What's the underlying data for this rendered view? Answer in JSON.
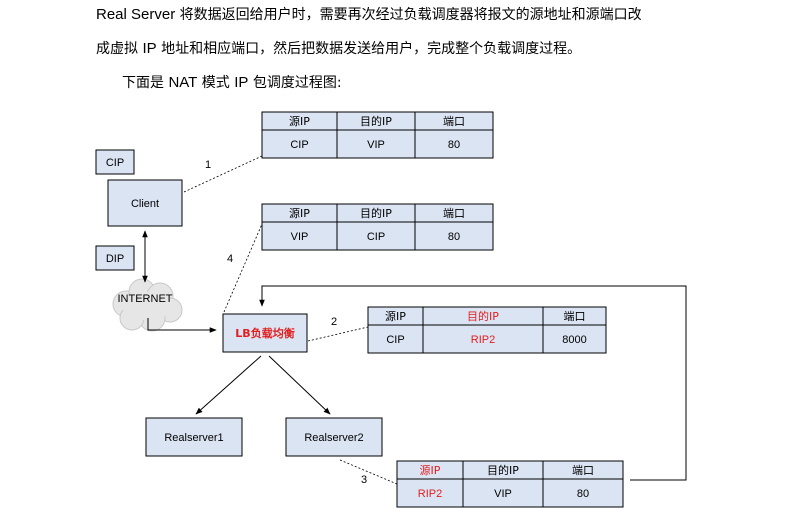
{
  "paragraphs": {
    "p1_en": "Real Server",
    "p1_rest": " 将数据返回给用户时，需要再次经过负载调度器将报文的源地址和源端口改",
    "p2_a": "成虚拟 ",
    "p2_ip": "IP",
    "p2_b": " 地址和相应端口，然后把数据发送给用户，完成整个负载调度过程。",
    "p3_a": "下面是 ",
    "p3_nat": "NAT",
    "p3_b": " 模式 ",
    "p3_ip": "IP",
    "p3_c": " 包调度过程图:"
  },
  "diagram": {
    "nodes": {
      "cip": "CIP",
      "client": "Client",
      "dip": "DIP",
      "internet": "INTERNET",
      "lb": "LB负载均衡",
      "rs1": "Realserver1",
      "rs2": "Realserver2"
    },
    "step_labels": [
      "1",
      "2",
      "3",
      "4"
    ],
    "tables": [
      {
        "id": "t1",
        "header": [
          "源IP",
          "目的IP",
          "端口"
        ],
        "row": [
          "CIP",
          "VIP",
          "80"
        ],
        "red_cols": []
      },
      {
        "id": "t4",
        "header": [
          "源IP",
          "目的IP",
          "端口"
        ],
        "row": [
          "VIP",
          "CIP",
          "80"
        ],
        "red_cols": []
      },
      {
        "id": "t2",
        "header": [
          "源IP",
          "目的IP",
          "端口"
        ],
        "row": [
          "CIP",
          "RIP2",
          "8000"
        ],
        "red_cols": [
          1
        ]
      },
      {
        "id": "t3",
        "header": [
          "源IP",
          "目的IP",
          "端口"
        ],
        "row": [
          "RIP2",
          "VIP",
          "80"
        ],
        "red_cols": [
          0
        ]
      }
    ],
    "colors": {
      "box_fill": "#dbe4f3",
      "highlight": "#e02020",
      "cloud": "#e8e8e8"
    }
  }
}
